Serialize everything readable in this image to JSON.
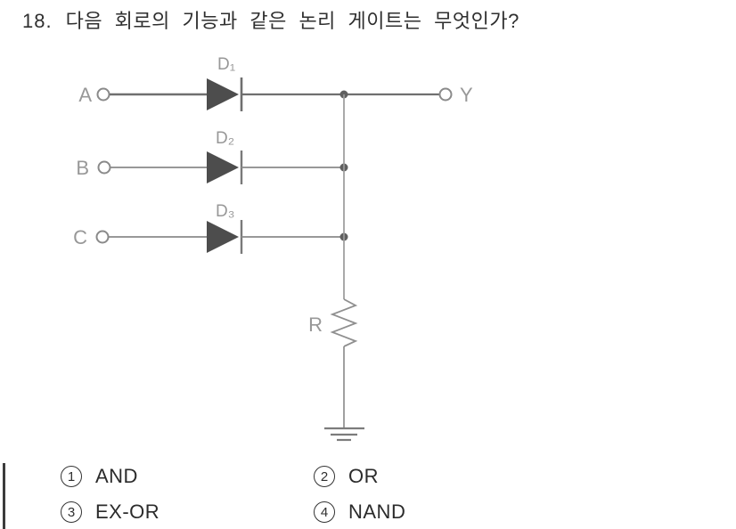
{
  "question": {
    "number": "18.",
    "text": "다음 회로의 기능과 같은 논리 게이트는 무엇인가?"
  },
  "circuit": {
    "inputs": [
      {
        "label": "A"
      },
      {
        "label": "B"
      },
      {
        "label": "C"
      }
    ],
    "output": {
      "label": "Y"
    },
    "diodes": [
      {
        "label": "D₁"
      },
      {
        "label": "D₂"
      },
      {
        "label": "D₃"
      }
    ],
    "resistor": {
      "label": "R"
    },
    "ground": "ground-symbol"
  },
  "options": [
    {
      "num": "1",
      "label": "AND"
    },
    {
      "num": "2",
      "label": "OR"
    },
    {
      "num": "3",
      "label": "EX-OR"
    },
    {
      "num": "4",
      "label": "NAND"
    }
  ],
  "colors": {
    "ink": "#2f2f2f",
    "wire": "#8a8a8a",
    "wire_bold": "#6f6f6f",
    "diode_fill": "#4d4d4d",
    "label_gray": "#989898",
    "background": "#ffffff"
  }
}
